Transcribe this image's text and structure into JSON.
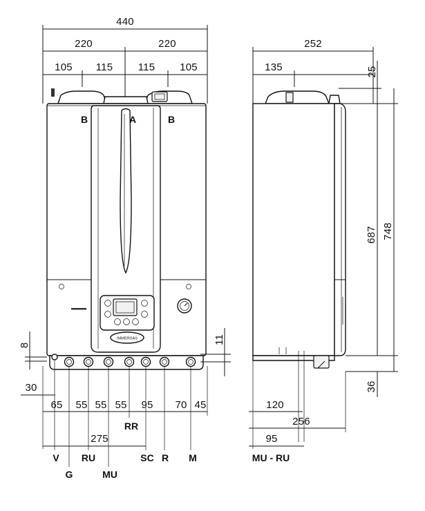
{
  "dimensions": {
    "overall_width": "440",
    "half_left": "220",
    "half_right": "220",
    "seg_105_left": "105",
    "seg_115_left": "115",
    "seg_115_right": "115",
    "seg_105_right": "105",
    "side_depth": "252",
    "side_135": "135",
    "side_25": "25",
    "height_687": "687",
    "height_748": "748",
    "bottom_36": "36",
    "left_8": "8",
    "right_11": "11",
    "left_30": "30",
    "b_65": "65",
    "b_55a": "55",
    "b_55b": "55",
    "b_55c": "55",
    "b_95": "95",
    "b_70": "70",
    "b_45": "45",
    "b_275": "275",
    "s_120": "120",
    "s_256": "256",
    "s_95": "95"
  },
  "front_labels": {
    "b_left": "B",
    "a_center": "A",
    "b_right": "B"
  },
  "connections": {
    "v": "V",
    "g": "G",
    "ru": "RU",
    "mu": "MU",
    "rr": "RR",
    "sc": "SC",
    "r": "R",
    "m": "M",
    "side": "MU - RU"
  },
  "panel": {
    "brand_text": "IMMERGAS"
  }
}
